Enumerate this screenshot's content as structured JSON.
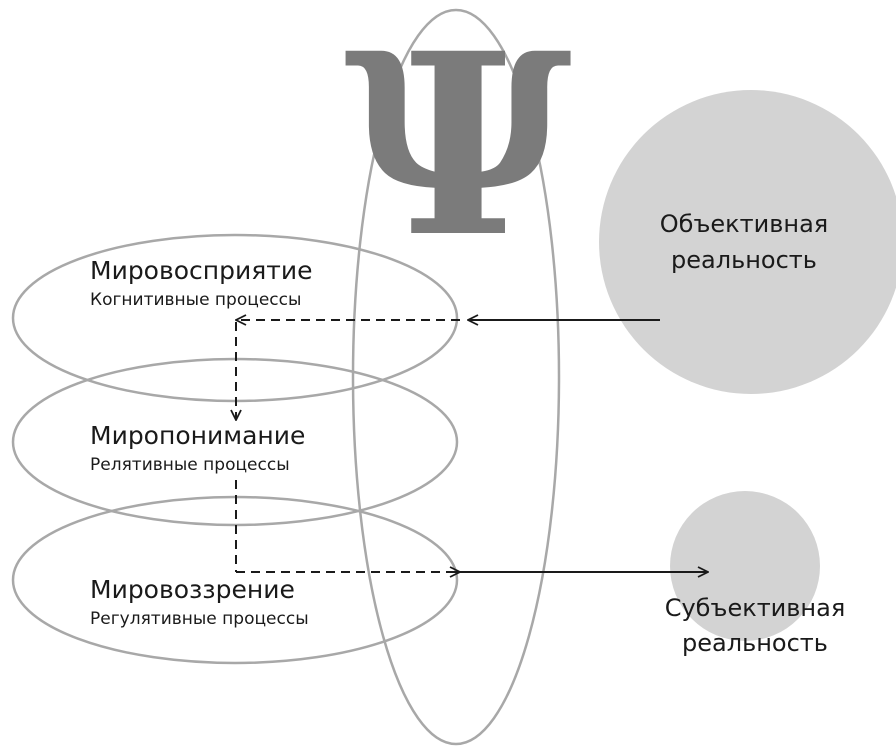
{
  "symbol": "Ψ",
  "levels": [
    {
      "title": "Мировосприятие",
      "subtitle": "Когнитивные процессы"
    },
    {
      "title": "Миропонимание",
      "subtitle": "Релятивные процессы"
    },
    {
      "title": "Мировоззрение",
      "subtitle": "Регулятивные процессы"
    }
  ],
  "objective": {
    "line1": "Объективная",
    "line2": "реальность"
  },
  "subjective": {
    "line1": "Субъективная",
    "line2": "реальность"
  },
  "colors": {
    "circle_fill": "#d3d3d3",
    "outline": "#a8a8a8",
    "psi": "#7b7b7b",
    "text": "#1a1a1a"
  }
}
